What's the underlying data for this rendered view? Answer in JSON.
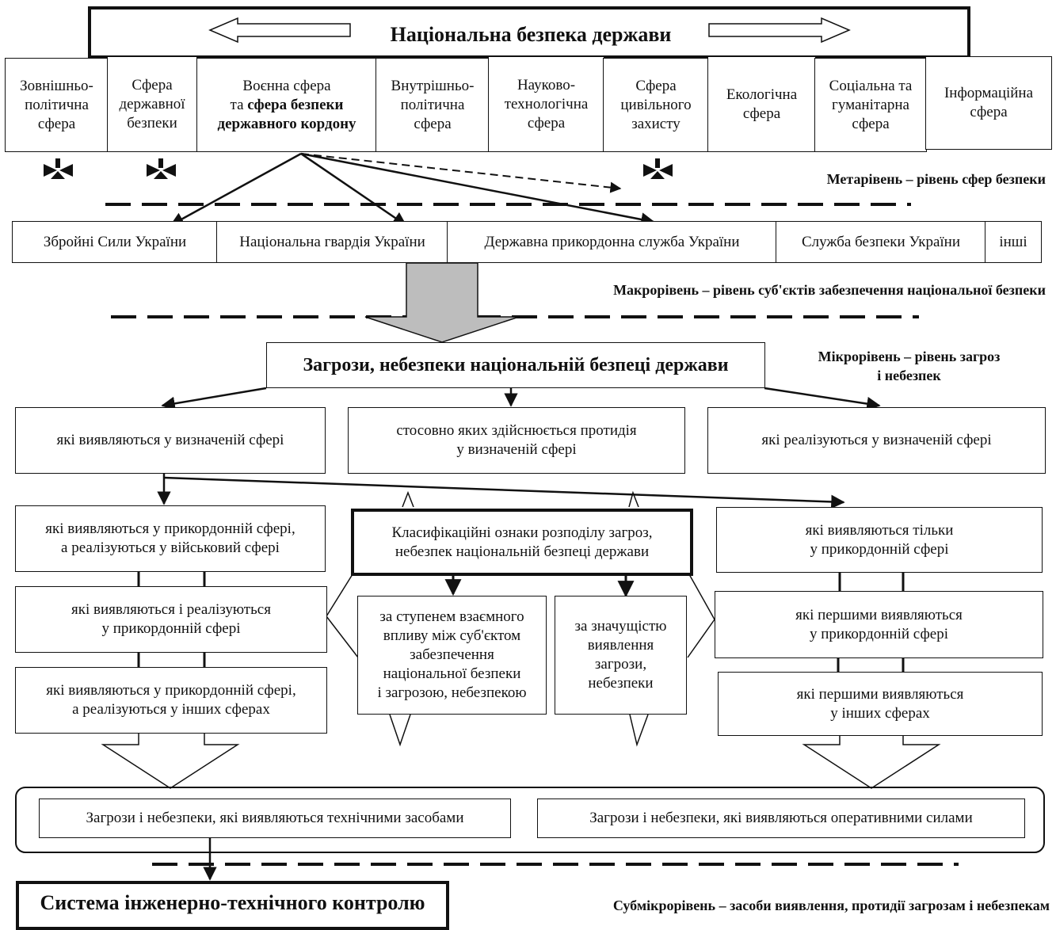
{
  "title": "Національна безпека держави",
  "spheres": [
    "Зовнішньо-\nполітична\nсфера",
    "Сфера\nдержавної\nбезпеки",
    "",
    "Внутрішньо-\nполітична\nсфера",
    "Науково-\nтехнологічна\nсфера",
    "Сфера\nцивільного\nзахисту",
    "Екологічна\nсфера",
    "Соціальна та\nгуманітарна\nсфера",
    "Інформаційна\nсфера"
  ],
  "military_sphere": {
    "line1": "Воєнна сфера",
    "line2_prefix": "та ",
    "line2_bold": "сфера безпеки",
    "line3_bold": "державного кордону"
  },
  "levels": {
    "meta": "Метарівень – рівень сфер безпеки",
    "macro": "Макрорівень – рівень суб'єктів забезпечення національної безпеки",
    "micro": "Мікрорівень – рівень загроз\nі небезпек",
    "submicro": "Субмікрорівень – засоби виявлення, протидії загрозам і небезпекам"
  },
  "subjects": [
    "Збройні Сили України",
    "Національна гвардія України",
    "Державна прикордонна служба України",
    "Служба безпеки України",
    "інші"
  ],
  "threats_title": "Загрози, небезпеки національній безпеці держави",
  "threat_row": [
    "які виявляються у визначеній сфері",
    "стосовно яких здійснюється протидія\nу визначеній сфері",
    "які реалізуються у визначеній сфері"
  ],
  "left_column": [
    "які  виявляються у прикордонній сфері,\nа реалізуються у військовий сфері",
    "які  виявляються  і реалізуються\nу прикордонній сфері",
    "які  виявляються у прикордонній сфері,\nа реалізуються у інших сферах"
  ],
  "classification_title": "Класифікаційні ознаки розподілу загроз,\nнебезпек національній безпеці держави",
  "classification_sub": [
    "за ступенем взаємного\nвпливу між суб'єктом\nзабезпечення\nнаціональної безпеки\nі загрозою, небезпекою",
    "за значущістю\nвиявлення\nзагрози,\nнебезпеки"
  ],
  "right_column": [
    "які виявляються тільки\nу прикордонній сфері",
    "які першими виявляються\nу прикордонній сфері",
    "які першими виявляються\nу інших сферах"
  ],
  "detection": [
    "Загрози і небезпеки, які виявляються технічними засобами",
    "Загрози і небезпеки, які виявляються оперативними силами"
  ],
  "system_title": "Система інженерно-технічного контролю"
}
